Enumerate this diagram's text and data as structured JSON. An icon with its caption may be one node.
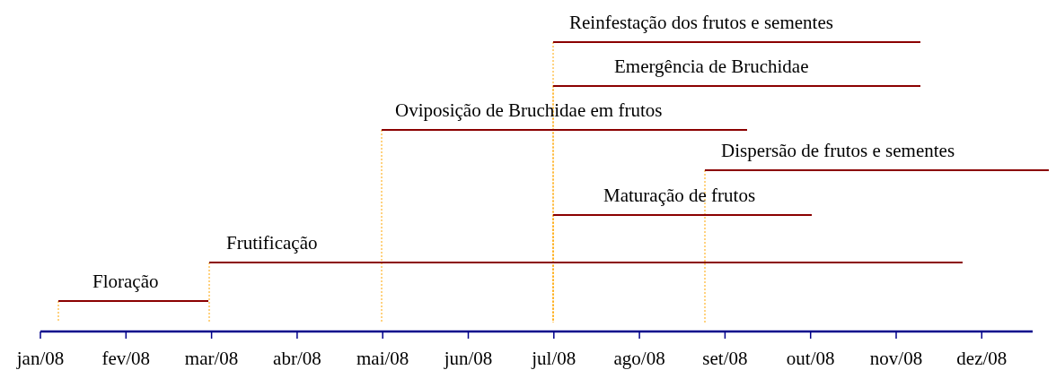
{
  "diagram": {
    "nodes": [
      {
        "text": [
          "Reinfestação dos frutos e sementes"
        ]
      },
      {
        "text": [
          "Emergência de Bruchidae"
        ]
      },
      {
        "text": [
          "Oviposição de Bruchidae em frutos"
        ]
      },
      {
        "text": [
          "Dispersão de frutos e sementes"
        ]
      },
      {
        "text": [
          "Maturação de frutos"
        ]
      },
      {
        "text": [
          "Frutificação"
        ]
      },
      {
        "text": [
          "Floração"
        ]
      }
    ],
    "edges": [],
    "labels": [
      "jan/08",
      "fev/08",
      "mar/08",
      "abr/08",
      "mai/08",
      "jun/08",
      "jul/08",
      "ago/08",
      "set/08",
      "out/08",
      "nov/08",
      "dez/08"
    ]
  }
}
